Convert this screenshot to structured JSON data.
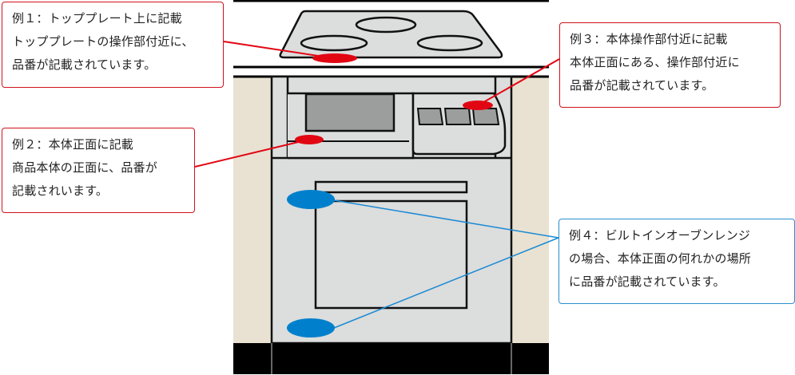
{
  "colors": {
    "marker_red": "#e20613",
    "marker_blue": "#0080cc",
    "leader_red": "#e20613",
    "leader_blue": "#1a8ad4",
    "cabinet_beige": "#e9e2d2",
    "appliance_gray": "#dcdddd",
    "window_gray": "#9c9d9d",
    "base_black": "#000000"
  },
  "callouts": [
    {
      "id": "example-1",
      "color": "red",
      "lines": [
        "例１：トッププレート上に記載",
        "トッププレートの操作部付近に、",
        "品番が記載されています。"
      ]
    },
    {
      "id": "example-2",
      "color": "red",
      "lines": [
        "例２：本体正面に記載",
        "商品本体の正面に、品番が",
        "記載されいます。"
      ]
    },
    {
      "id": "example-3",
      "color": "red",
      "lines": [
        "例３：本体操作部付近に記載",
        "本体正面にある、操作部付近に",
        "品番が記載されています。"
      ]
    },
    {
      "id": "example-4",
      "color": "blue",
      "lines": [
        "例４：ビルトインオーブンレンジ",
        "の場合、本体正面の何れかの場所",
        "に品番が記載されています。"
      ]
    }
  ]
}
